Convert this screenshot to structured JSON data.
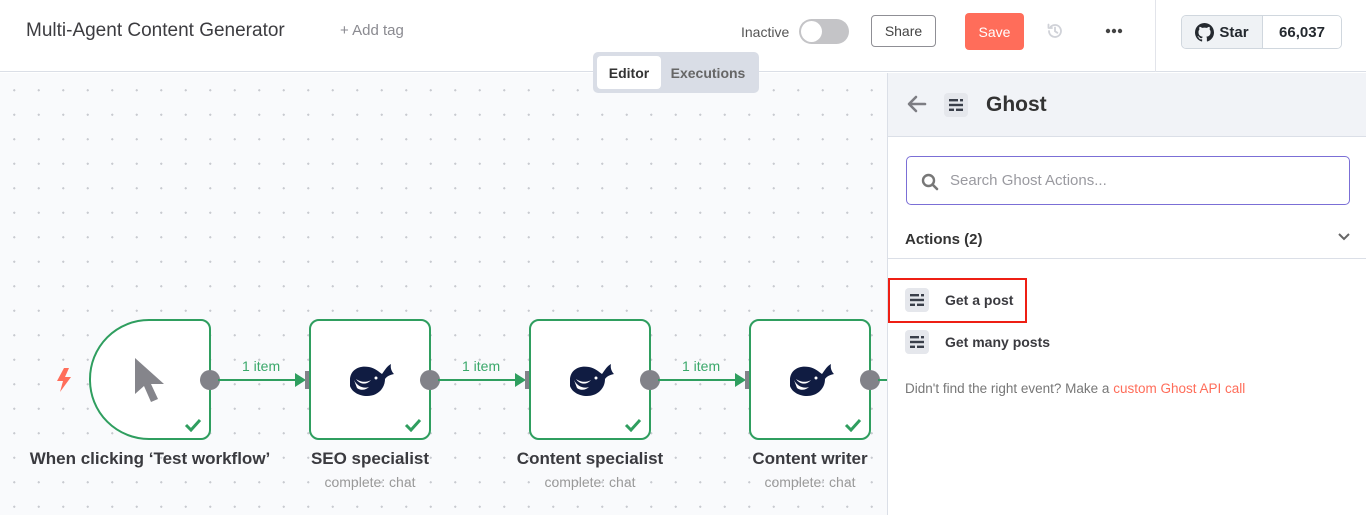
{
  "header": {
    "title": "Multi-Agent Content Generator",
    "add_tag": "+ Add tag",
    "active_label": "Inactive",
    "active": false,
    "share_label": "Share",
    "save_label": "Save",
    "github": {
      "star_label": "Star",
      "star_count": "66,037"
    }
  },
  "canvas": {
    "tabs": [
      {
        "label": "Editor",
        "active": true
      },
      {
        "label": "Executions",
        "active": false
      }
    ],
    "nodes": [
      {
        "name": "When clicking ‘Test workflow’",
        "subtitle": "",
        "icon": "cursor-icon",
        "status": "success"
      },
      {
        "name": "SEO specialist",
        "subtitle": "complete: chat",
        "icon": "deepseek-whale-icon",
        "status": "success"
      },
      {
        "name": "Content specialist",
        "subtitle": "complete: chat",
        "icon": "deepseek-whale-icon",
        "status": "success"
      },
      {
        "name": "Content writer",
        "subtitle": "complete: chat",
        "icon": "deepseek-whale-icon",
        "status": "success"
      }
    ],
    "edges": [
      {
        "label": "1 item"
      },
      {
        "label": "1 item"
      },
      {
        "label": "1 item"
      }
    ]
  },
  "panel": {
    "title": "Ghost",
    "search_placeholder": "Search Ghost Actions...",
    "search_value": "",
    "section_title": "Actions (2)",
    "actions": [
      {
        "label": "Get a post",
        "highlighted": true
      },
      {
        "label": "Get many posts",
        "highlighted": false
      }
    ],
    "footer_text": "Didn't find the right event? Make a ",
    "footer_link": "custom Ghost API call"
  },
  "colors": {
    "accent": "#ff6d5a",
    "success": "#2f9e5f",
    "search_border": "#7b6fd6",
    "highlight": "#ee1f14"
  }
}
